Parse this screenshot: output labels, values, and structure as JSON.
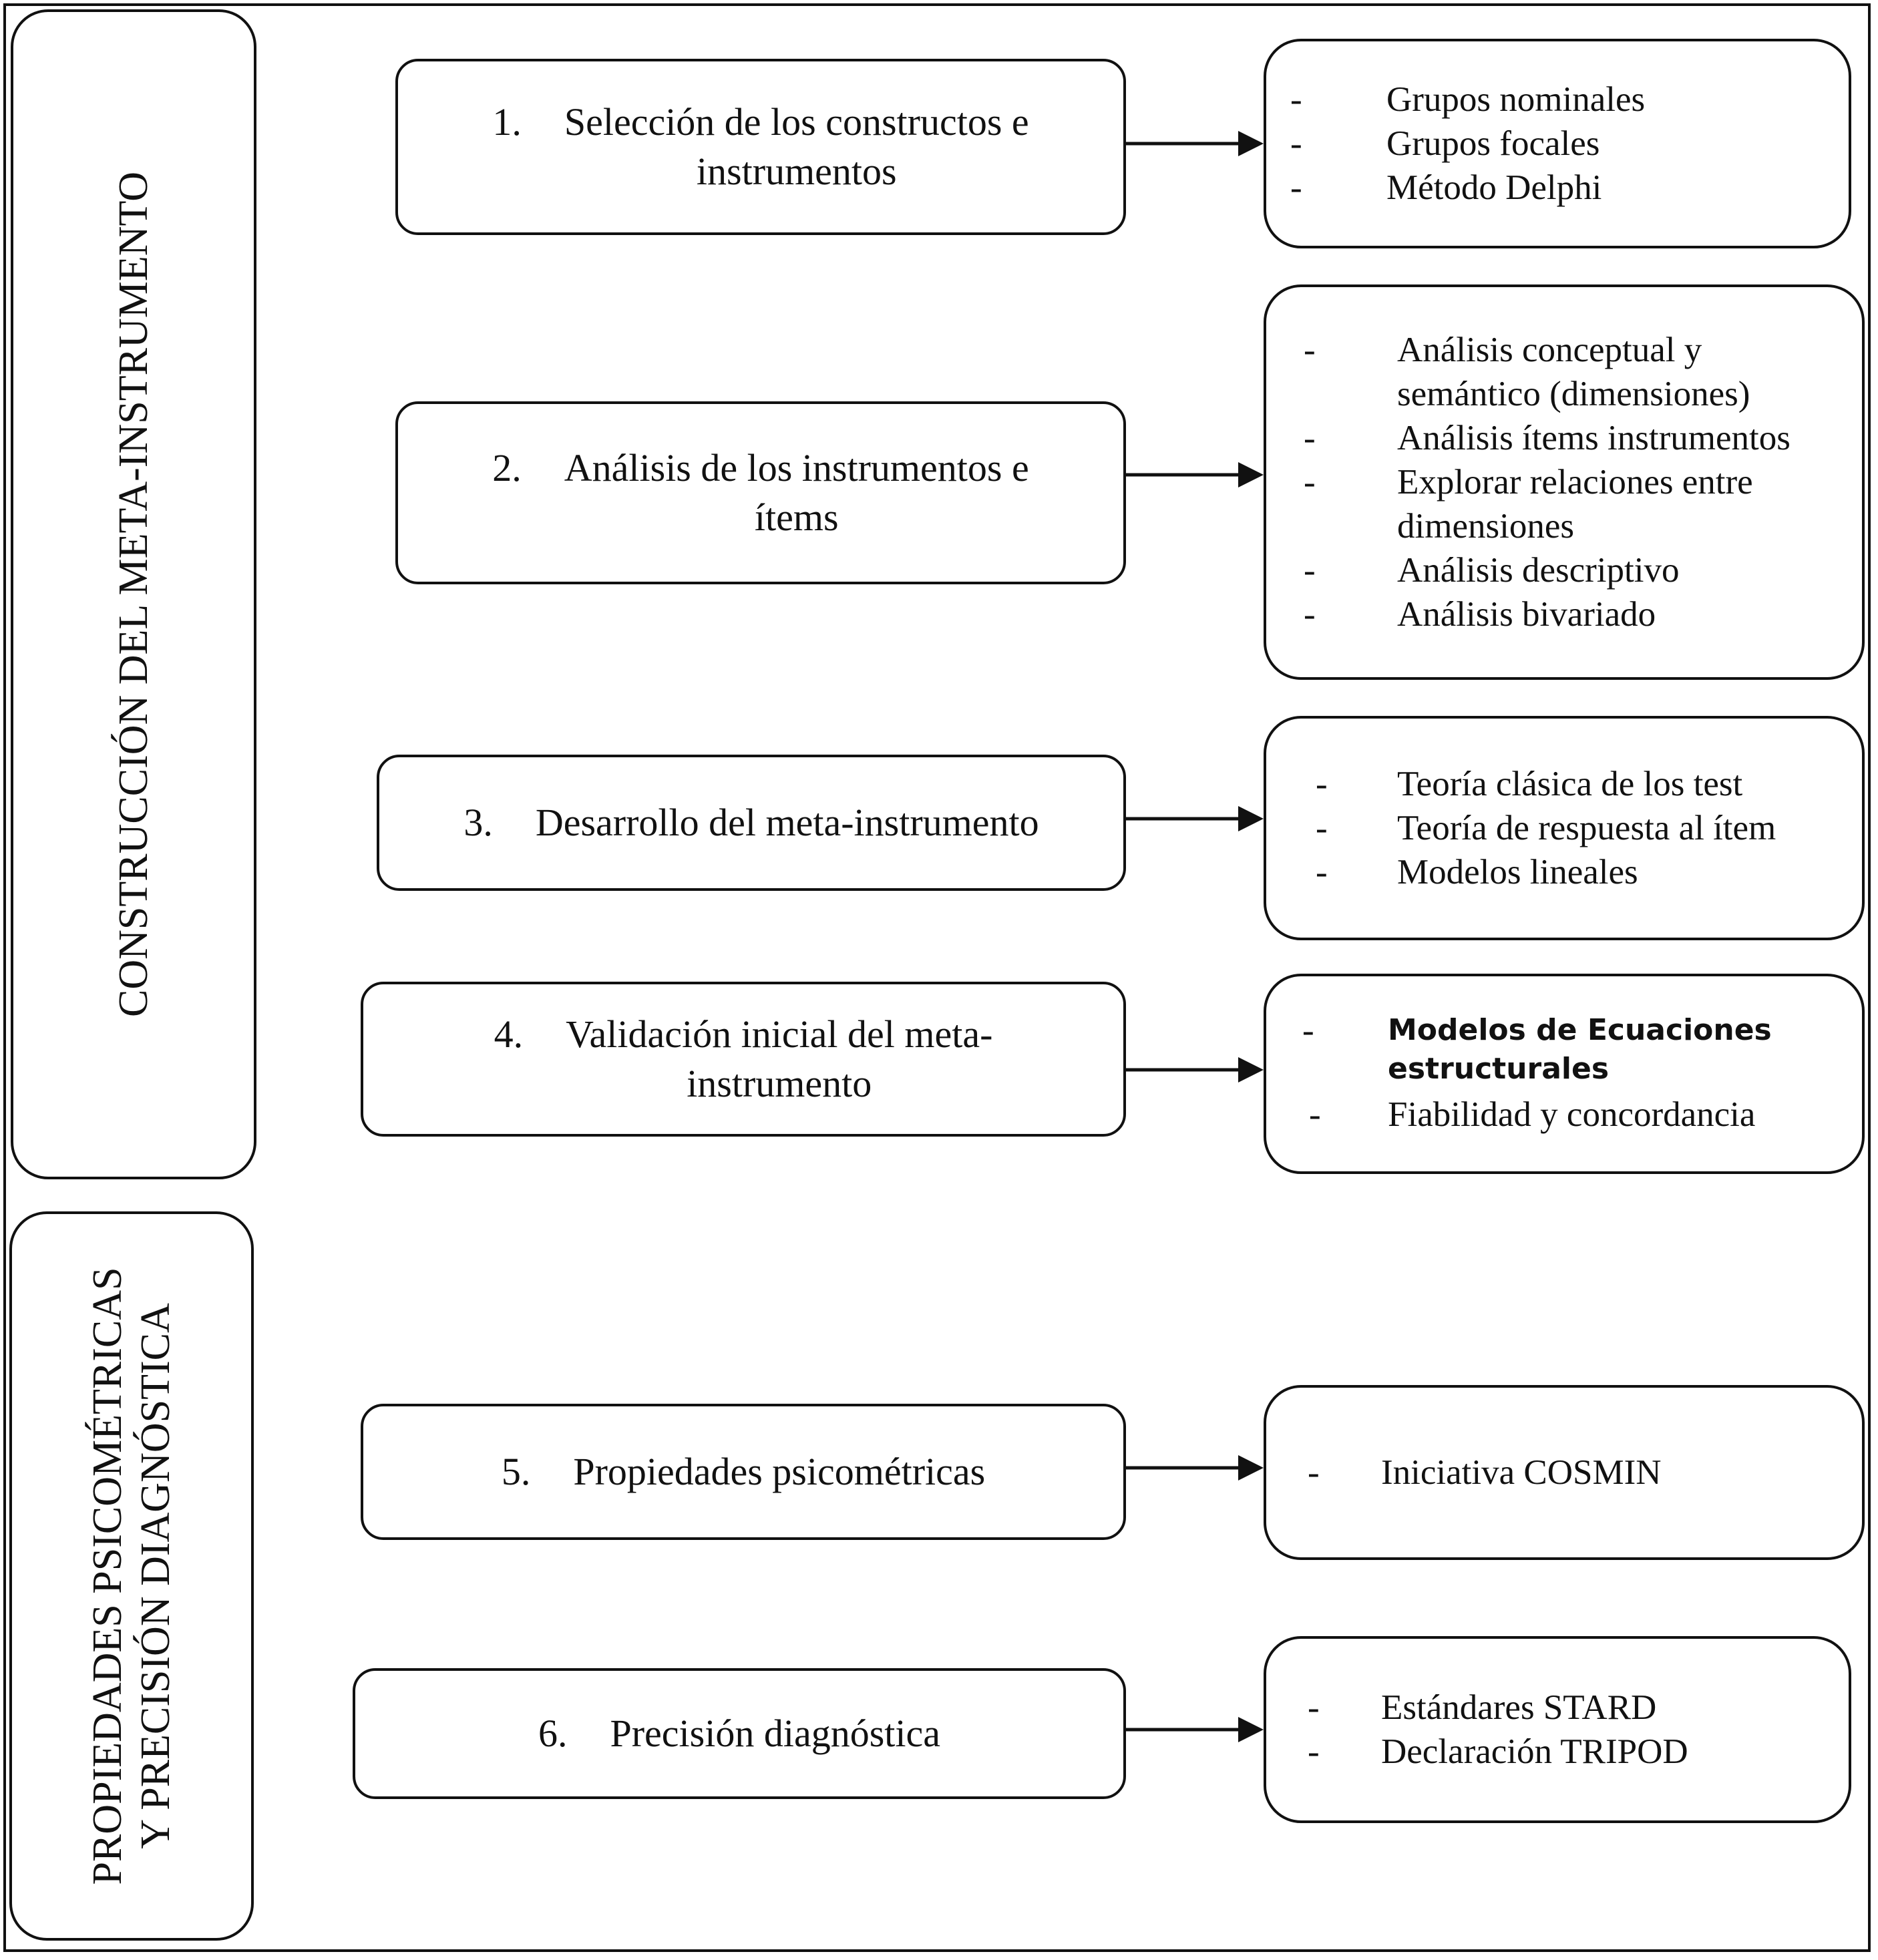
{
  "sections": [
    {
      "id": "construccion",
      "lines": [
        "CONSTRUCCIÓN DEL META-INSTRUMENTO"
      ]
    },
    {
      "id": "propiedades",
      "lines": [
        "PROPIEDADES PSICOMÉTRICAS",
        "Y PRECISIÓN DIAGNÓSTICA"
      ]
    }
  ],
  "steps": [
    {
      "num": "1.",
      "lines": [
        "Selección de los constructos e",
        "instrumentos"
      ]
    },
    {
      "num": "2.",
      "lines": [
        "Análisis de los instrumentos e",
        "ítems"
      ]
    },
    {
      "num": "3.",
      "lines": [
        "Desarrollo del meta-instrumento"
      ]
    },
    {
      "num": "4.",
      "lines": [
        "Validación inicial del meta-",
        "instrumento"
      ]
    },
    {
      "num": "5.",
      "lines": [
        "Propiedades psicométricas"
      ]
    },
    {
      "num": "6.",
      "lines": [
        "Precisión diagnóstica"
      ]
    }
  ],
  "notes": [
    {
      "items": [
        [
          "Grupos nominales"
        ],
        [
          "Grupos focales"
        ],
        [
          "Método Delphi"
        ]
      ]
    },
    {
      "items": [
        [
          "Análisis conceptual y",
          "semántico (dimensiones)"
        ],
        [
          "Análisis ítems instrumentos"
        ],
        [
          "Explorar relaciones entre",
          "dimensiones"
        ],
        [
          "Análisis descriptivo"
        ],
        [
          "Análisis bivariado"
        ]
      ]
    },
    {
      "items": [
        [
          "Teoría clásica de los test"
        ],
        [
          "Teoría de respuesta al ítem"
        ],
        [
          "Modelos lineales"
        ]
      ]
    },
    {
      "items": [
        [
          "Modelos de Ecuaciones",
          "estructurales"
        ],
        [
          "Fiabilidad y concordancia"
        ]
      ]
    },
    {
      "items": [
        [
          "Iniciativa COSMIN"
        ]
      ]
    },
    {
      "items": [
        [
          "Estándares STARD"
        ],
        [
          "Declaración TRIPOD"
        ]
      ]
    }
  ],
  "bullet": "-"
}
